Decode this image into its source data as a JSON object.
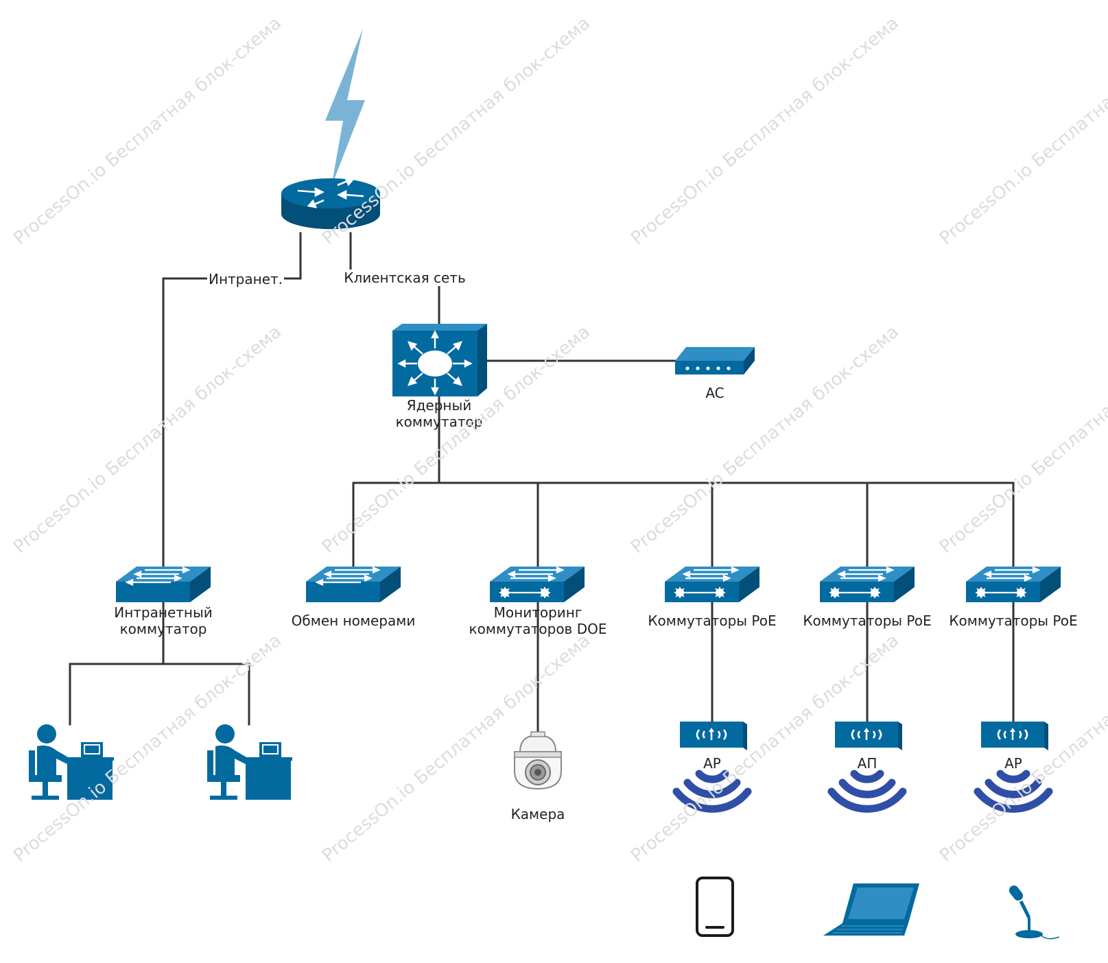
{
  "watermark": "ProcessOn.io Бесплатная блок-схема",
  "edge_labels": {
    "intranet": "Интранет.",
    "client_net": "Клиентская сеть"
  },
  "nodes": {
    "core_switch": "Ядерный\nкоммутатор",
    "ac": "AC",
    "intranet_switch": "Интранетный\nкоммутатор",
    "number_exchange": "Обмен номерами",
    "monitoring_switch": "Мониторинг\nкоммутаторов DOE",
    "poe_switch_1": "Коммутаторы PoE",
    "poe_switch_2": "Коммутаторы PoE",
    "poe_switch_3": "Коммутаторы PoE",
    "camera": "Камера",
    "ap_1": "AP",
    "ap_2": "АП",
    "ap_3": "AP"
  },
  "colors": {
    "device_blue": "#036aa0",
    "device_dark": "#024f79",
    "device_top": "#2f8fc4",
    "lightning": "#7ab3d6",
    "wifi": "#2f4ea6",
    "line": "#333333"
  },
  "icons": [
    "lightning-icon",
    "router-icon",
    "core-switch-icon",
    "ac-controller-icon",
    "switch-icon",
    "poe-switch-icon",
    "camera-icon",
    "access-point-icon",
    "wifi-signal-icon",
    "user-workstation-icon",
    "tablet-icon",
    "laptop-icon",
    "microphone-icon"
  ]
}
